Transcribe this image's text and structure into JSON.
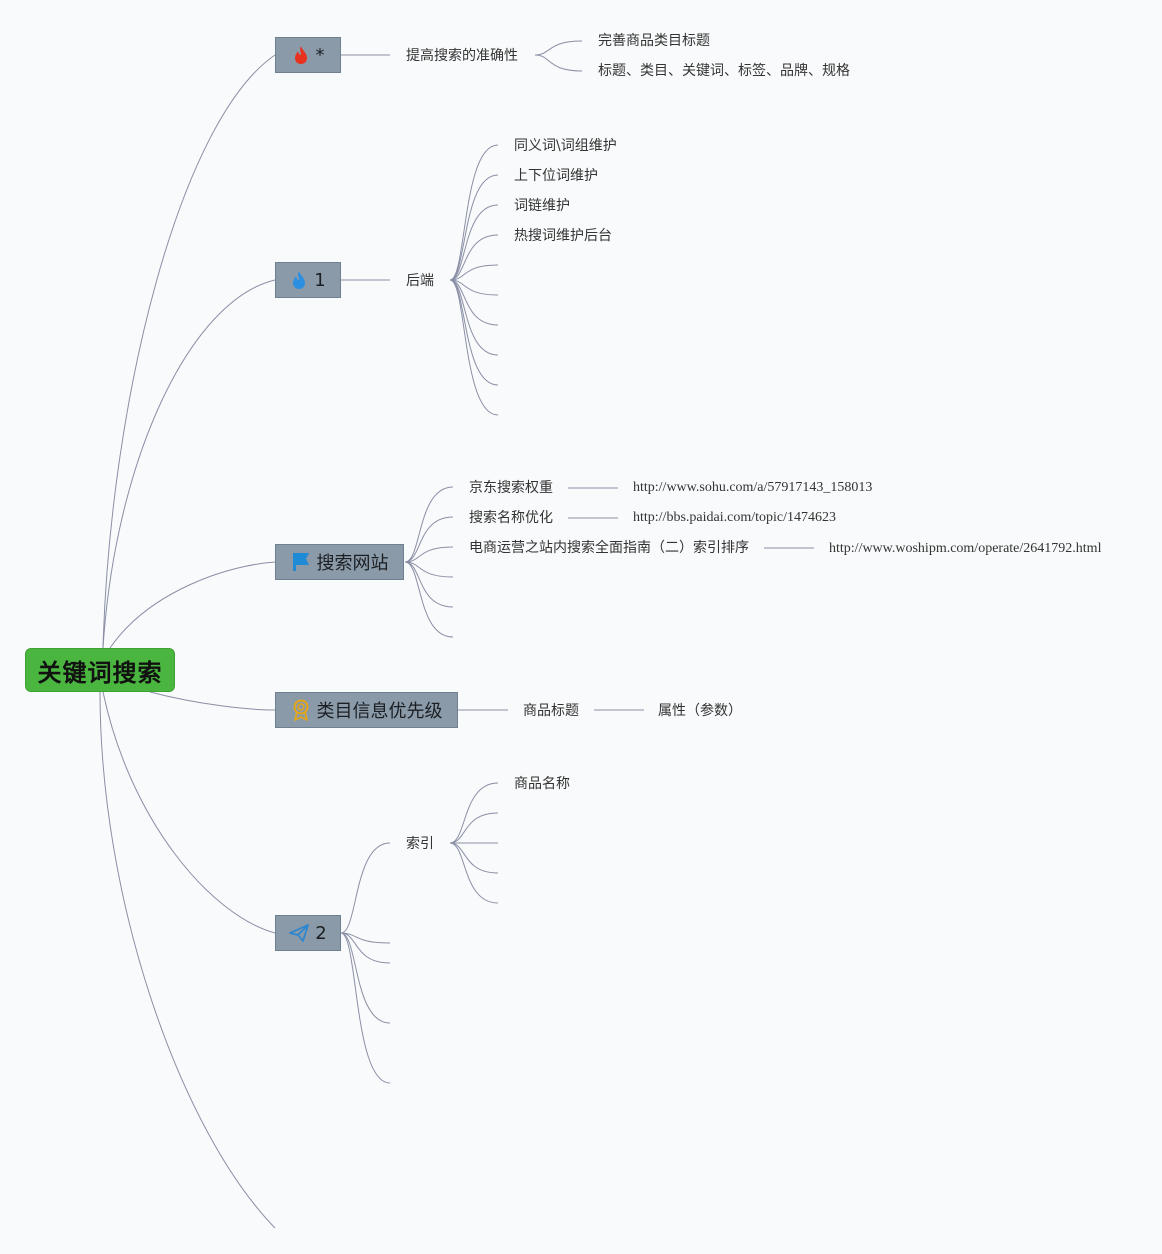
{
  "root": {
    "label": "关键词搜索",
    "color": "#4bb63f"
  },
  "branches": [
    {
      "icon": "fire-red-icon",
      "label": "*",
      "child": "提高搜索的准确性",
      "leaves": [
        "完善商品类目标题",
        "标题、类目、关键词、标签、品牌、规格"
      ]
    },
    {
      "icon": "fire-blue-icon",
      "label": "1",
      "child": "后端",
      "leaves": [
        "同义词\\词组维护",
        "上下位词维护",
        "词链维护",
        "热搜词维护后台"
      ]
    },
    {
      "icon": "flag-icon",
      "label": "搜索网站",
      "links": [
        {
          "name": "京东搜索权重",
          "url": "http://www.sohu.com/a/57917143_158013"
        },
        {
          "name": "搜索名称优化",
          "url": "http://bbs.paidai.com/topic/1474623"
        },
        {
          "name": "电商运营之站内搜索全面指南（二）索引排序",
          "url": "http://www.woshipm.com/operate/2641792.html"
        }
      ]
    },
    {
      "icon": "award-icon",
      "label": "类目信息优先级",
      "chain": [
        "商品标题",
        "属性（参数）"
      ]
    },
    {
      "icon": "paper-plane-icon",
      "label": "2",
      "child": "索引",
      "leaves": [
        "商品名称"
      ]
    }
  ],
  "colors": {
    "line": "#8a8fa6",
    "box": "#8b9aa8",
    "fire_red": "#e8321e",
    "fire_blue": "#2d8fe0",
    "flag": "#1f8ad6",
    "award": "#e3a619",
    "plane": "#2a86d1"
  }
}
